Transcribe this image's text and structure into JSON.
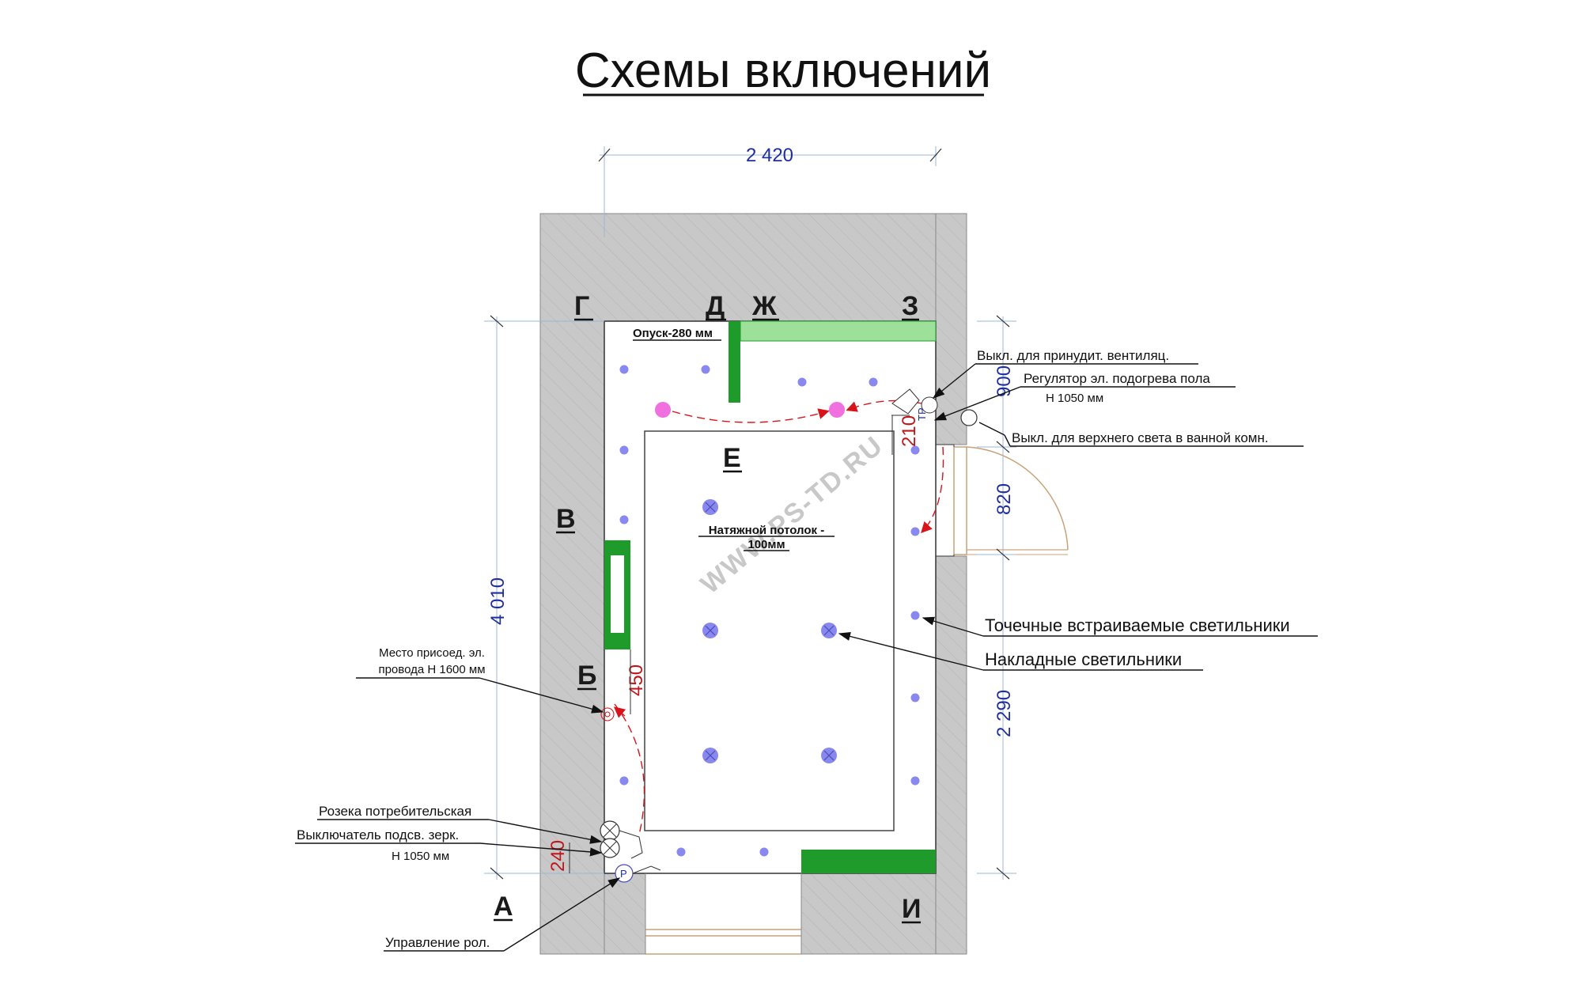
{
  "title": "Схемы включений",
  "room_letters": {
    "a": "А",
    "b": "Б",
    "v": "В",
    "g": "Г",
    "d": "Д",
    "e": "Е",
    "zh": "Ж",
    "z": "З",
    "i": "И"
  },
  "dimensions": {
    "top_width": "2 420",
    "left_height": "4 010",
    "right_top": "900",
    "right_door": "820",
    "right_bottom": "2 290",
    "red_210": "210",
    "red_450": "450",
    "red_240": "240"
  },
  "labels": {
    "drop": "Опуск-280 мм",
    "ceiling_line1": "Натяжной потолок -",
    "ceiling_line2": "100мм",
    "vent_switch": "Выкл.  для принудит. вентиляц.",
    "floor_heat_line1": "Регулятор  эл. подогрева пола",
    "floor_heat_line2": "Н 1050 мм",
    "bath_light_switch": "Выкл.  для верхнего света в ванной комн.",
    "wire_point_line1": "Место присоед. эл.",
    "wire_point_line2": "провода  Н 1600 мм",
    "socket": "Розека потребительская",
    "mirror_switch_line1": "Выключатель подсв. зерк.",
    "mirror_switch_line2": "Н 1050 мм",
    "blind_control": "Управление рол.",
    "symbol_tr": "ТР",
    "symbol_r": "Р"
  },
  "legend": {
    "recessed": "Точечные встраиваемые светильники",
    "surface": "Накладные светильники"
  },
  "watermark": "WWW.PS-TD.RU",
  "colors": {
    "wall": "#c8c8c8",
    "hatch": "#b3b3b3",
    "furniture_dark": "#1f9b2c",
    "furniture_light": "#9de09a",
    "spot": "#8888ee",
    "pendant": "#f070e0",
    "dim_blue": "#1f2fa0",
    "dim_red": "#c0161a"
  }
}
